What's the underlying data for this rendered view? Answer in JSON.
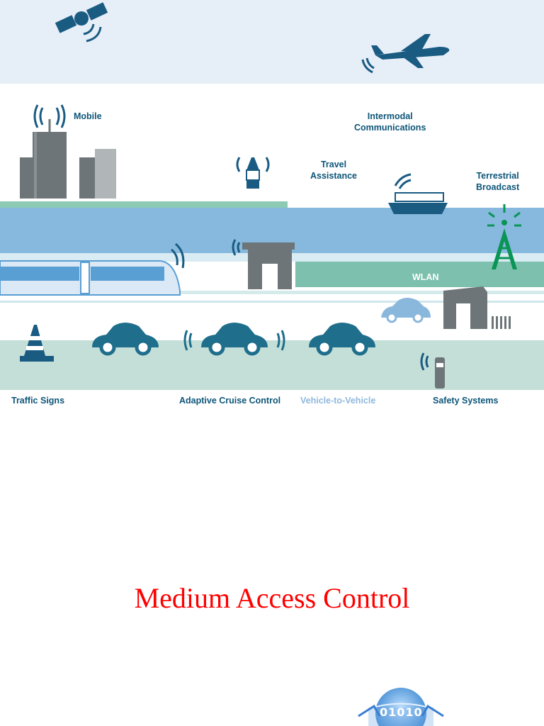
{
  "diagram": {
    "labels": {
      "mobile": "Mobile",
      "intermodal": "Intermodal\nCommunications",
      "travel_assistance": "Travel\nAssistance",
      "terrestrial_broadcast": "Terrestrial\nBroadcast",
      "wlan": "WLAN",
      "traffic_signs": "Traffic Signs",
      "adaptive_cruise_control": "Adaptive Cruise Control",
      "vehicle_to_vehicle": "Vehicle-to-Vehicle",
      "safety_systems": "Safety Systems"
    },
    "logo_text": "01010"
  },
  "slide": {
    "title": "Medium Access Control"
  },
  "colors": {
    "title": "#ff0000",
    "label": "#0d5578",
    "label_light": "#8fb8dd",
    "sky": "#e6eef8",
    "river": "#86b9dd",
    "wlan_band": "#7cc0ad",
    "road": "#c4dfd8",
    "car": "#1e6e8c",
    "building": "#6e7579",
    "antenna": "#0a9456"
  }
}
